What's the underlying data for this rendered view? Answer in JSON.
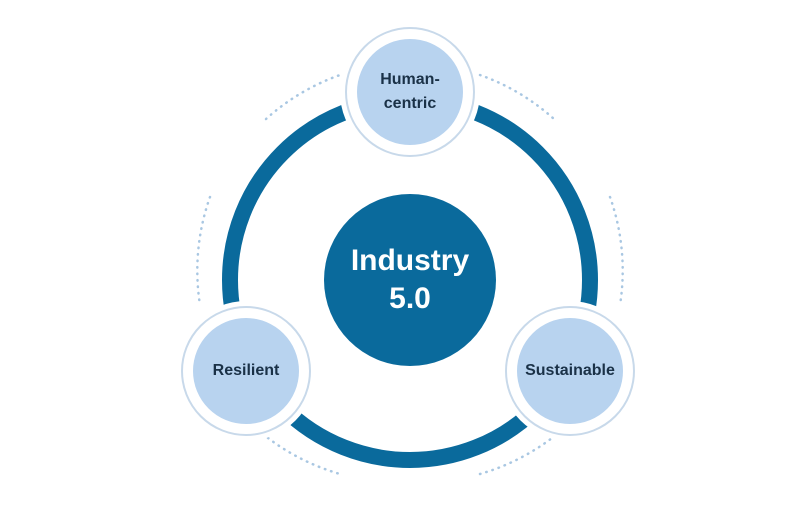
{
  "diagram": {
    "center": {
      "line1": "Industry",
      "line2": "5.0"
    },
    "nodes": {
      "top": {
        "line1": "Human-",
        "line2": "centric"
      },
      "left": {
        "label": "Resilient"
      },
      "right": {
        "label": "Sustainable"
      }
    },
    "colors": {
      "ring": "#0a6a9c",
      "center_fill": "#0a6a9c",
      "node_fill": "#b8d3ef",
      "node_outline": "#c8d9ea",
      "dotted": "#a9c7e2",
      "text_dark": "#1a3147",
      "text_light": "#ffffff"
    }
  }
}
